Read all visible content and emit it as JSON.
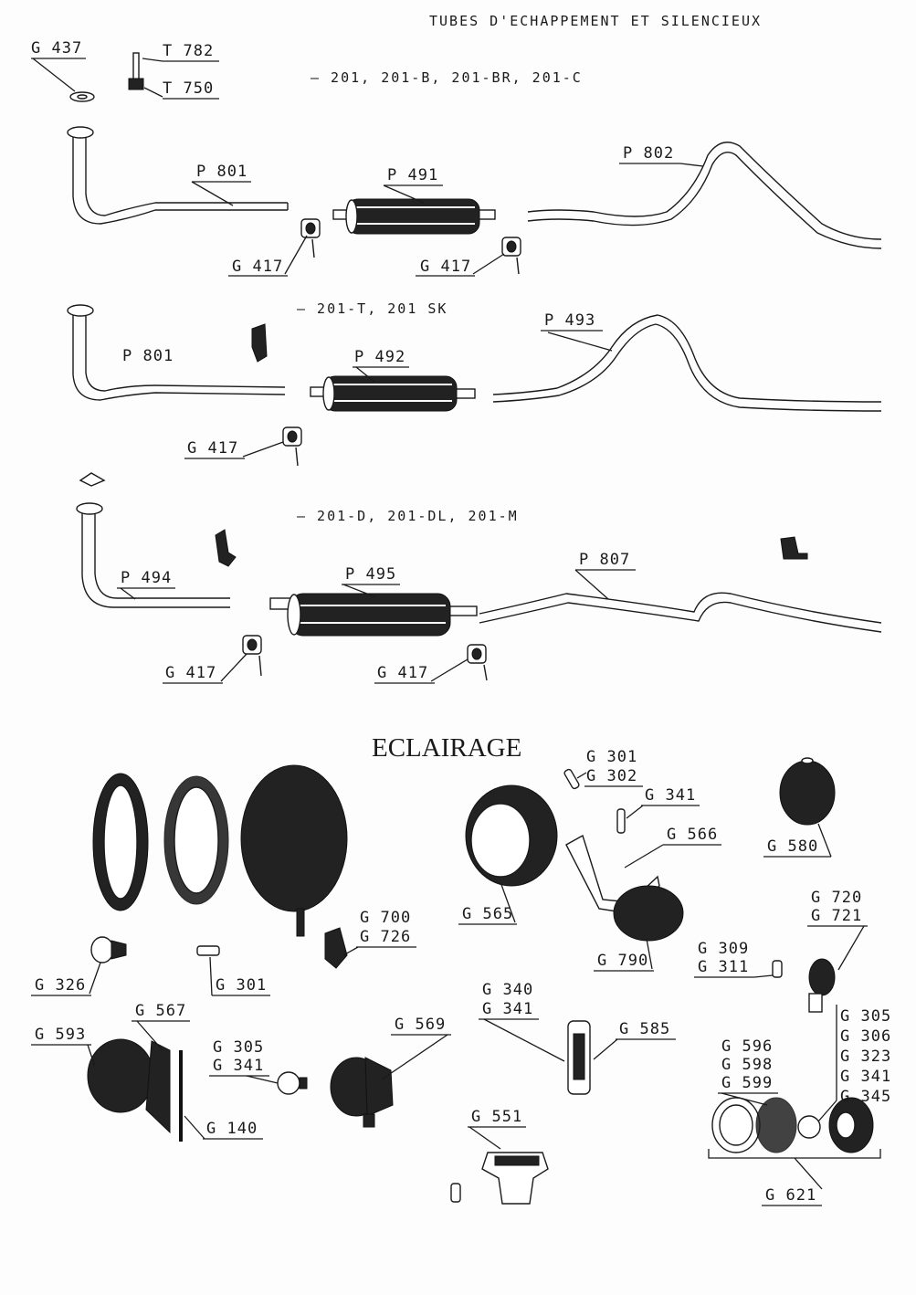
{
  "page_title": "TUBES D'ECHAPPEMENT ET SILENCIEUX",
  "section_title": "ECLAIRAGE",
  "model_groups": [
    "– 201, 201-B, 201-BR, 201-C",
    "– 201-T, 201 SK",
    "– 201-D, 201-DL, 201-M"
  ],
  "exhaust_labels": {
    "g437": "G 437",
    "t782": "T 782",
    "t750": "T 750",
    "p801_a": "P 801",
    "p491": "P 491",
    "p802": "P 802",
    "g417_a": "G 417",
    "g417_b": "G 417",
    "p801_b": "P 801",
    "p492": "P 492",
    "p493": "P 493",
    "g417_c": "G 417",
    "p494": "P 494",
    "p495": "P 495",
    "p807": "P 807",
    "g417_d": "G 417",
    "g417_e": "G 417"
  },
  "lighting_labels": {
    "g301_a": "G 301",
    "g302": "G 302",
    "g341_a": "G 341",
    "g566": "G 566",
    "g580": "G 580",
    "g565": "G 565",
    "g790": "G 790",
    "g700": "G 700",
    "g726": "G 726",
    "g326": "G 326",
    "g301_b": "G 301",
    "g720": "G 720",
    "g721": "G 721",
    "g309": "G 309",
    "g311": "G 311",
    "g340": "G 340",
    "g341_b": "G 341",
    "g585": "G 585",
    "g593": "G 593",
    "g567": "G 567",
    "g305_a": "G 305",
    "g341_c": "G 341",
    "g140": "G 140",
    "g569": "G 569",
    "g551": "G 551",
    "g596": "G 596",
    "g598": "G 598",
    "g599": "G 599",
    "g621": "G 621",
    "g305_b": "G 305",
    "g306": "G 306",
    "g323": "G 323",
    "g341_d": "G 341",
    "g345": "G 345"
  }
}
